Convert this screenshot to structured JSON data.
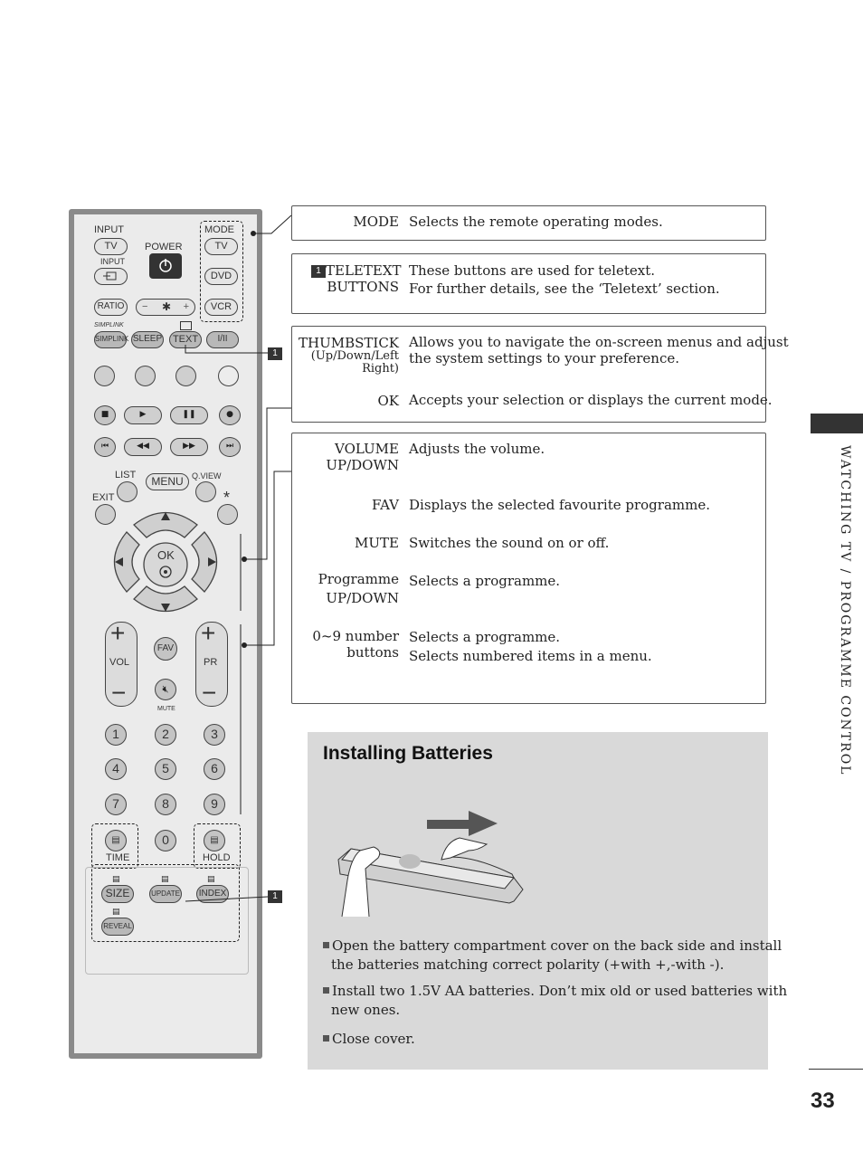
{
  "remote": {
    "labels": {
      "input": "INPUT",
      "mode": "MODE",
      "power": "POWER",
      "input_small": "INPUT",
      "simplink_logo": "SIMPLINK",
      "list": "LIST",
      "qview": "Q.VIEW",
      "exit": "EXIT",
      "star": "*",
      "ok": "OK",
      "vol": "VOL",
      "pr": "PR",
      "mute": "MUTE",
      "time": "TIME",
      "hold": "HOLD"
    },
    "buttons": {
      "tv_left": "TV",
      "tv_mode": "TV",
      "dvd": "DVD",
      "vcr": "VCR",
      "ratio": "RATIO",
      "simplink": "SIMPLINK",
      "sleep": "SLEEP",
      "text": "TEXT",
      "i_ii": "I/II",
      "menu": "MENU",
      "fav": "FAV",
      "size": "SIZE",
      "update": "UPDATE",
      "index": "INDEX",
      "reveal": "REVEAL",
      "minus": "−",
      "plus": "+"
    },
    "numbers": [
      "1",
      "2",
      "3",
      "4",
      "5",
      "6",
      "7",
      "8",
      "9",
      "0"
    ],
    "callout_tag": "1"
  },
  "boxes": {
    "mode": {
      "term": "MODE",
      "desc": "Selects the remote operating modes."
    },
    "teletext": {
      "tag": "1",
      "term_line1": "TELETEXT",
      "term_line2": "BUTTONS",
      "desc_line1": "These buttons are used for teletext.",
      "desc_line2": "For further details, see the ‘Teletext’ section."
    },
    "thumbstick": {
      "term": "THUMBSTICK",
      "sub_line1": "(Up/Down/Left",
      "sub_line2": "Right)",
      "desc_line1": "Allows you to navigate the on-screen menus and adjust",
      "desc_line2": "the system settings to your preference.",
      "ok_term": "OK",
      "ok_desc": "Accepts your selection or displays the current mode."
    },
    "volume": {
      "vol_term_line1": "VOLUME",
      "vol_term_line2": "UP/DOWN",
      "vol_desc": "Adjusts the volume.",
      "fav_term": "FAV",
      "fav_desc": "Displays the selected favourite programme.",
      "mute_term": "MUTE",
      "mute_desc": "Switches the sound on or off.",
      "prog_term_line1": "Programme",
      "prog_term_line2": "UP/DOWN",
      "prog_desc": "Selects a programme.",
      "num_term_line1": "0~9 number",
      "num_term_line2": "buttons",
      "num_desc_line1": "Selects a programme.",
      "num_desc_line2": "Selects numbered items in a menu."
    }
  },
  "batteries": {
    "title": "Installing Batteries",
    "bullets": [
      "Open the battery compartment cover on the back side and install",
      "the batteries matching correct polarity (+with +,-with -).",
      "Install two 1.5V AA batteries. Don’t mix old or used batteries with",
      "new ones.",
      "Close cover."
    ]
  },
  "side_tab": "WATCHING TV / PROGRAMME CONTROL",
  "page_number": "33"
}
